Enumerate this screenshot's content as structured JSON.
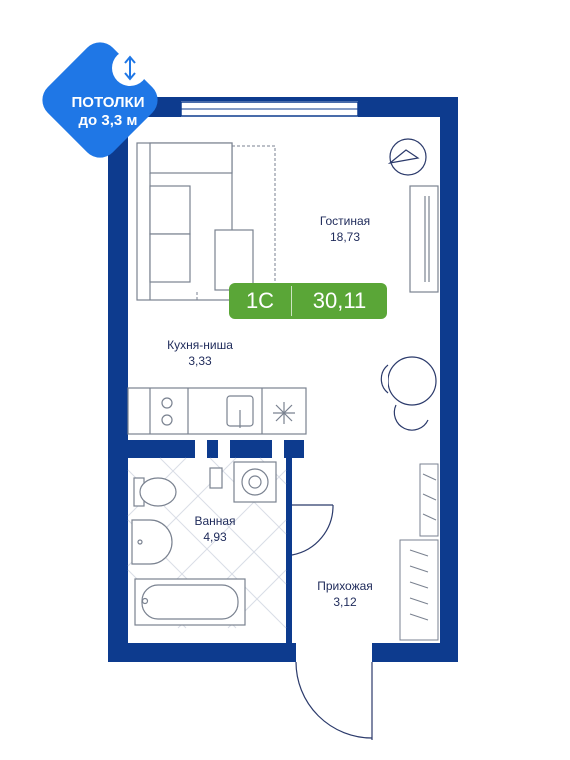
{
  "badge": {
    "line1": "ПОТОЛКИ",
    "line2": "до 3,3 м",
    "icon": "vertical-arrows-icon",
    "color": "#1f77e6"
  },
  "apartment": {
    "type": "1С",
    "area": "30,11",
    "tag_color": "#5aa637"
  },
  "rooms": [
    {
      "name": "Гостиная",
      "area": "18,73"
    },
    {
      "name": "Кухня-ниша",
      "area": "3,33"
    },
    {
      "name": "Ванная",
      "area": "4,93"
    },
    {
      "name": "Прихожая",
      "area": "3,12"
    }
  ],
  "colors": {
    "wall": "#0d3b8e",
    "furniture": "#7a8290",
    "line": "#2b3a6b"
  }
}
